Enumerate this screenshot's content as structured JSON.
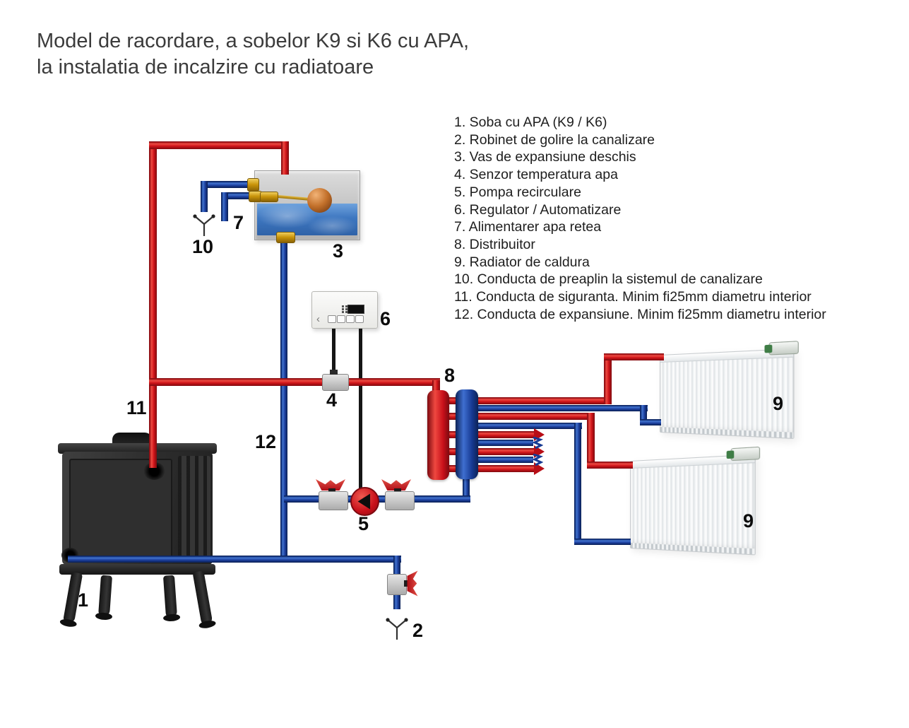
{
  "title": {
    "line1": "Model de racordare, a sobelor K9 si K6 cu APA,",
    "line2": "la instalatia de incalzire cu radiatoare"
  },
  "legend": {
    "items": [
      "1. Soba cu APA (K9 / K6)",
      "2. Robinet de golire la canalizare",
      "3. Vas de expansiune deschis",
      "4. Senzor temperatura apa",
      "5. Pompa recirculare",
      "6. Regulator / Automatizare",
      "7. Alimentarer apa retea",
      "8. Distribuitor",
      "9. Radiator de caldura",
      "10. Conducta de preaplin la sistemul de canalizare",
      "11. Conducta de siguranta. Minim fi25mm diametru interior",
      "12. Conducta de expansiune. Minim fi25mm diametru interior"
    ]
  },
  "diagram_labels": {
    "stove": "1",
    "drain_valve": "2",
    "expansion_tank": "3",
    "temp_sensor": "4",
    "pump": "5",
    "controller": "6",
    "water_supply": "7",
    "distributor": "8",
    "radiator_upper": "9",
    "radiator_lower": "9",
    "overflow_pipe": "10",
    "safety_pipe": "11",
    "expansion_pipe": "12"
  },
  "colors": {
    "hot_pipe_red": "#cf1419",
    "return_pipe_blue": "#1c3f9e",
    "wire_black": "#161616",
    "tank_water_blue": "#3e77c0",
    "brass_fitting": "#c9940a",
    "valve_handle_red": "#c8101a",
    "background": "#ffffff"
  }
}
